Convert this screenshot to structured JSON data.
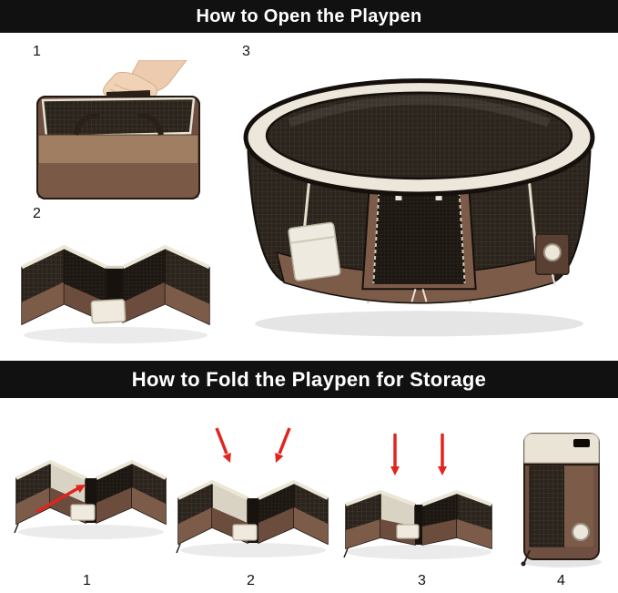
{
  "open_section": {
    "title": "How to Open the Playpen",
    "steps": [
      {
        "number": "1"
      },
      {
        "number": "2"
      },
      {
        "number": "3"
      }
    ]
  },
  "fold_section": {
    "title": "How to Fold the Playpen for Storage",
    "steps": [
      {
        "number": "1"
      },
      {
        "number": "2"
      },
      {
        "number": "3"
      },
      {
        "number": "4"
      }
    ]
  },
  "colors": {
    "header_bg": "#111111",
    "header_text": "#ffffff",
    "playpen_brown": "#7d5b49",
    "playpen_dark_brown": "#5f4537",
    "playpen_tan": "#a07e62",
    "playpen_cream": "#ece7da",
    "mesh_black": "#2a241d",
    "trim_black": "#15100c",
    "arrow_red": "#e02520"
  }
}
